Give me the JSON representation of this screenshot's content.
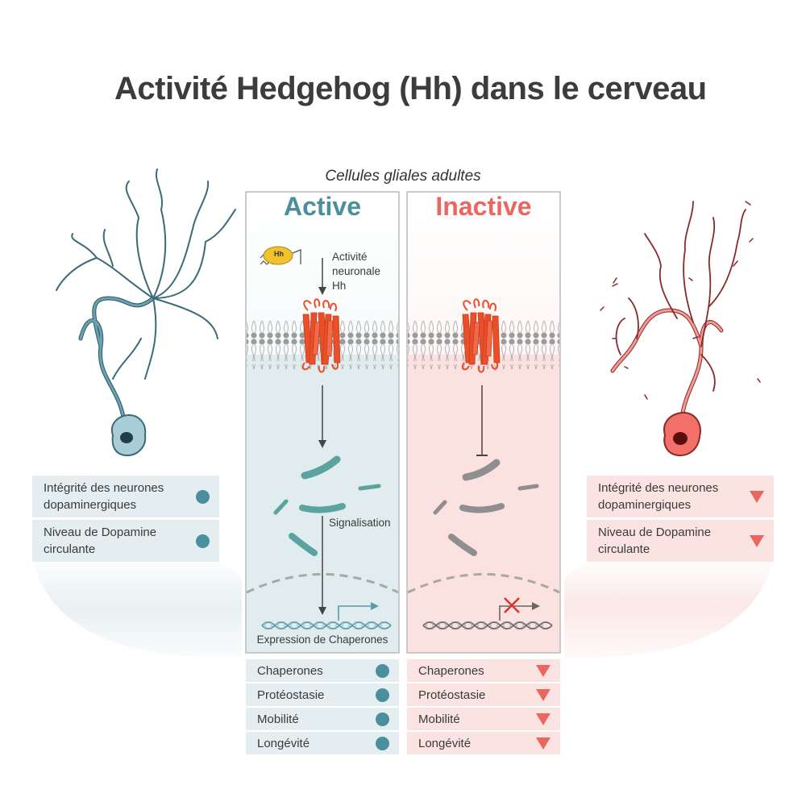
{
  "title": "Activité Hedgehog (Hh) dans le cerveau",
  "subtitle": "Cellules gliales adultes",
  "panels": {
    "active": {
      "title": "Active",
      "hh_label": "Hh",
      "neuronal_activity": [
        "Activité",
        "neuronale",
        "Hh"
      ],
      "signaling": "Signalisation",
      "expression": "Expression de Chaperones"
    },
    "inactive": {
      "title": "Inactive"
    }
  },
  "neuron_outcomes": {
    "integrity": [
      "Intégrité des neurones",
      "dopaminergiques"
    ],
    "dopamine": [
      "Niveau de Dopamine",
      "circulante"
    ]
  },
  "glial_outcomes": [
    "Chaperones",
    "Protéostasie",
    "Mobilité",
    "Longévité"
  ],
  "colors": {
    "active": "#4a8f9c",
    "inactive": "#ec6660",
    "active_bg": "#e4eef1",
    "inactive_bg": "#fbe3e2",
    "receptor": "#ea4f2a"
  },
  "icons": {
    "up": "circle-indicator-icon",
    "down": "down-triangle-icon"
  }
}
